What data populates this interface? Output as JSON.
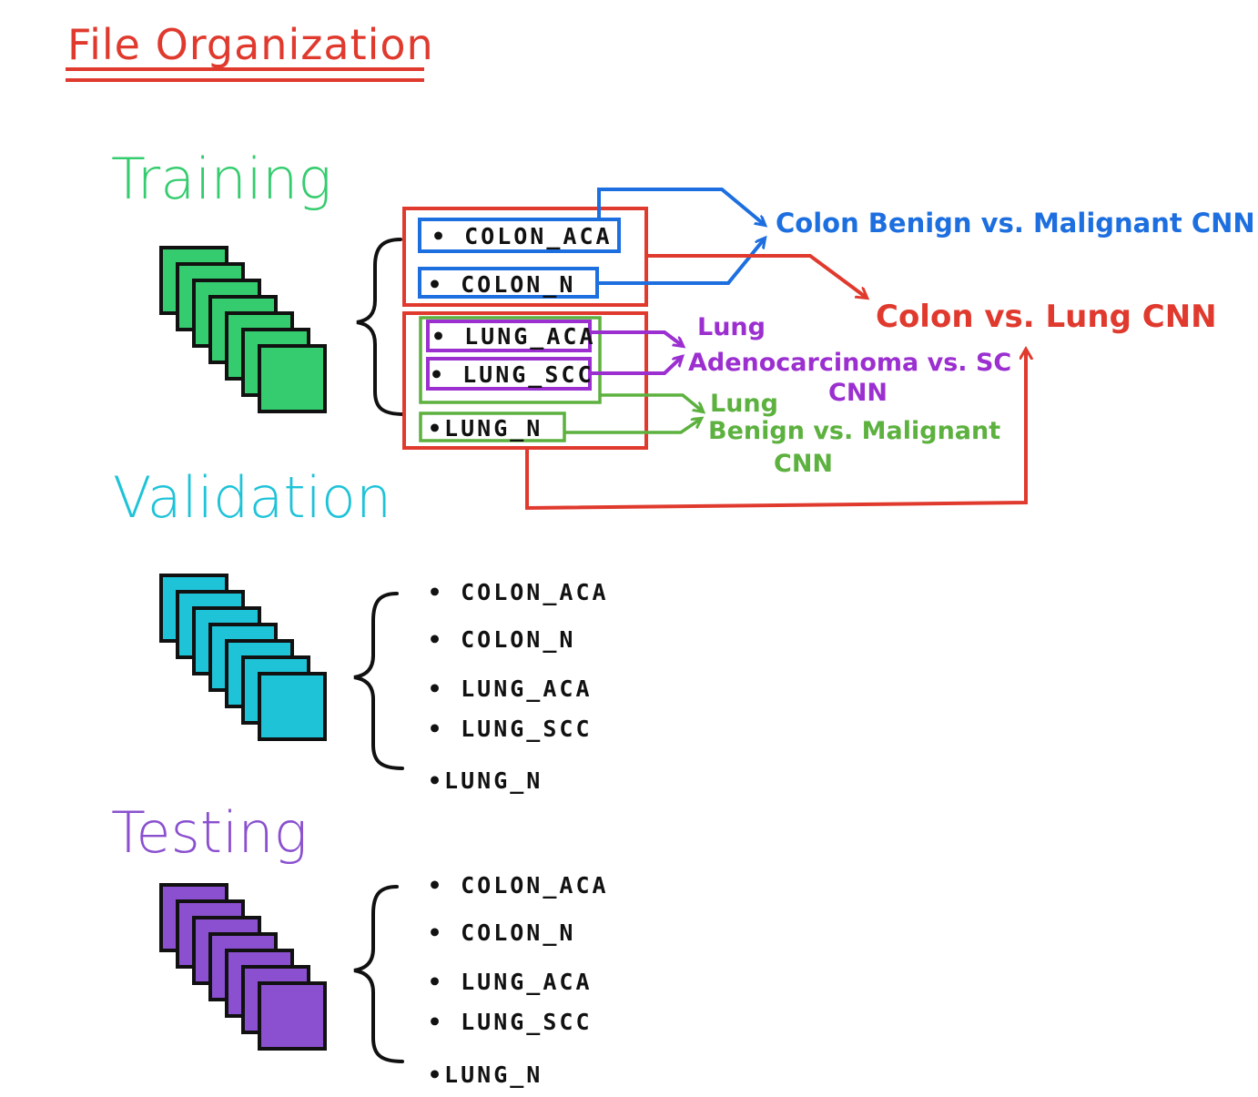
{
  "title": "File Organization",
  "colors": {
    "red": "#e03a2e",
    "blue": "#1d6fe0",
    "purple": "#9b2fd0",
    "green": "#5cb13f",
    "training_fill": "#34cc6e",
    "validation_fill": "#1ec3d8",
    "testing_fill": "#8a50cf"
  },
  "sections": {
    "training": {
      "title": "Training",
      "color": "#34cc6e"
    },
    "validation": {
      "title": "Validation",
      "color": "#1ec3d8"
    },
    "testing": {
      "title": "Testing",
      "color": "#8a50cf"
    }
  },
  "training_items": [
    "• COLON_ACA",
    "• COLON_N",
    "• LUNG_ACA",
    "• LUNG_SCC",
    "•LUNG_N"
  ],
  "validation_items": [
    "• COLON_ACA",
    "• COLON_N",
    "• LUNG_ACA",
    "• LUNG_SCC",
    "•LUNG_N"
  ],
  "testing_items": [
    "• COLON_ACA",
    "• COLON_N",
    "• LUNG_ACA",
    "• LUNG_SCC",
    "•LUNG_N"
  ],
  "models": {
    "colon_benign_malignant": "Colon Benign vs. Malignant CNN",
    "colon_vs_lung": "Colon vs. Lung CNN",
    "lung_adeno_line1": "Lung",
    "lung_adeno_line2": "Adenocarcinoma vs. SC",
    "lung_adeno_line3": "CNN",
    "lung_benign_line1": "Lung",
    "lung_benign_line2": "Benign vs. Malignant",
    "lung_benign_line3": "CNN"
  },
  "icons": [
    "image-stack-icon",
    "curly-brace-icon",
    "arrow-icon"
  ]
}
